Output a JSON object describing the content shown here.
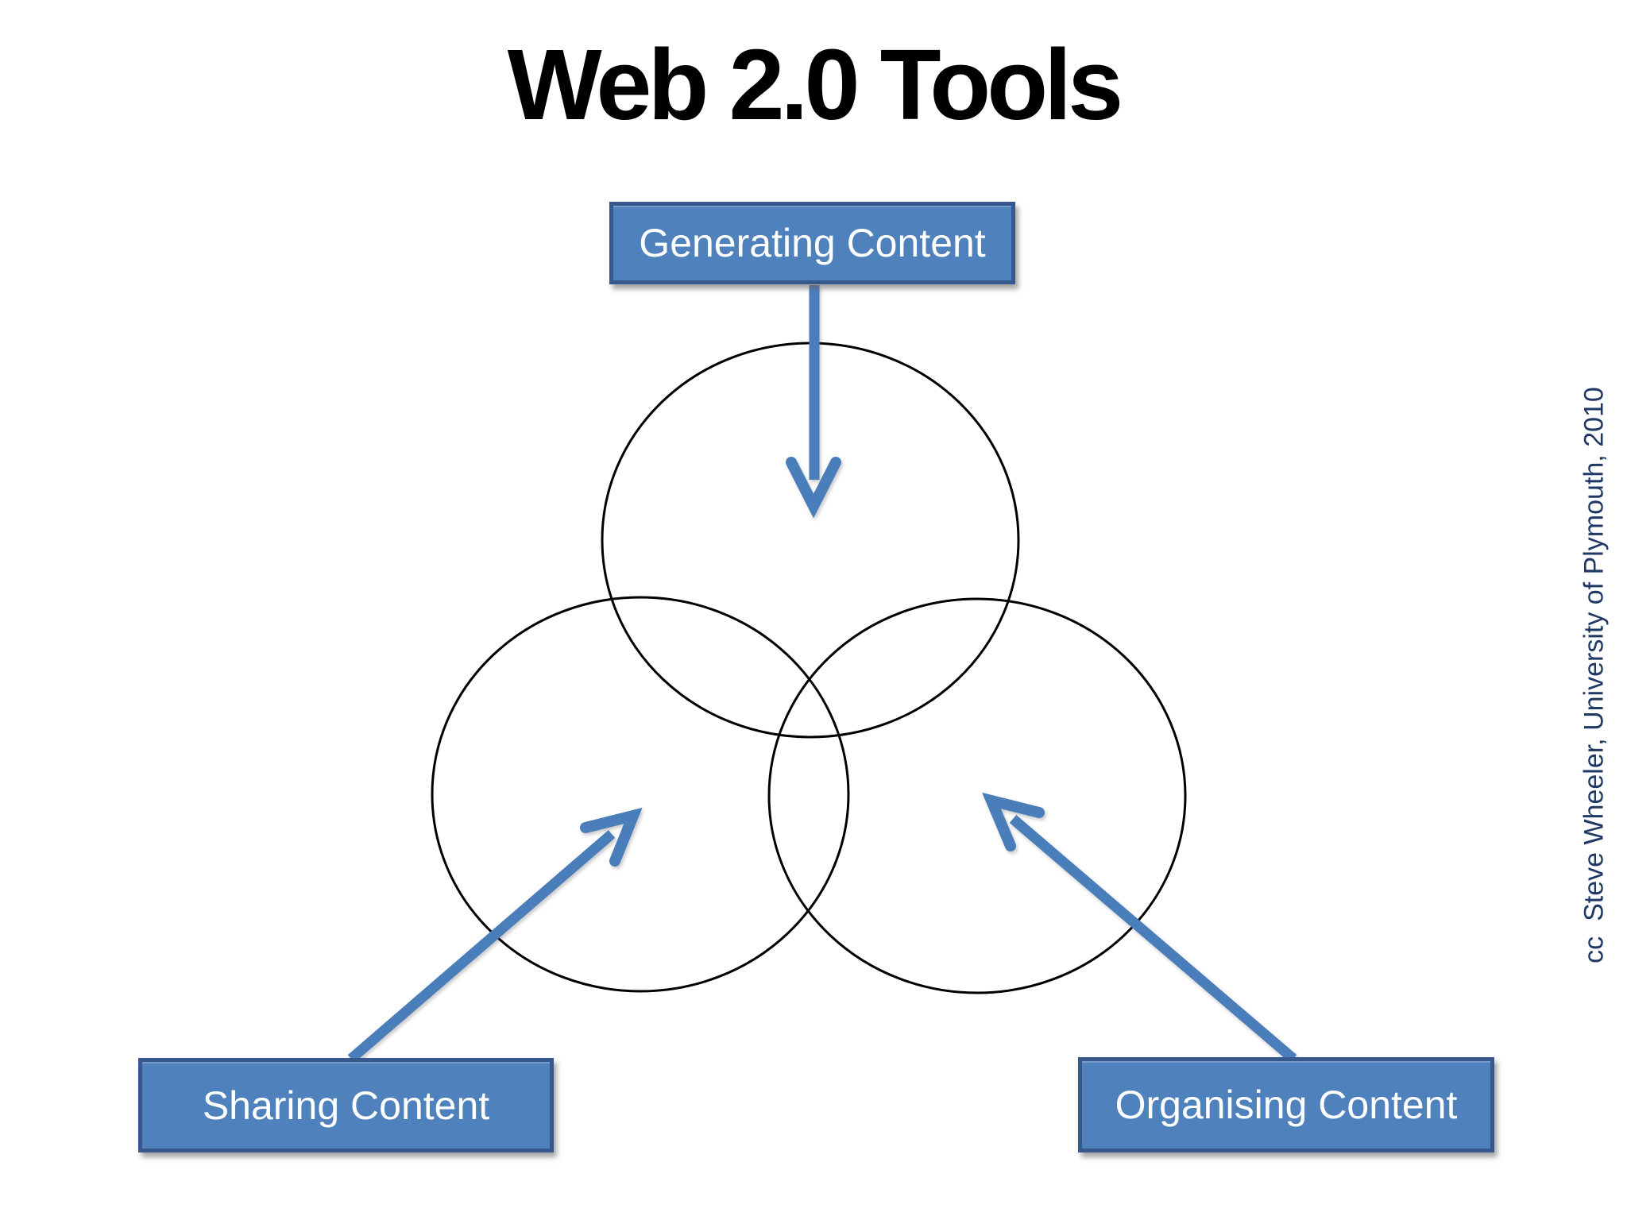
{
  "title": "Web 2.0 Tools",
  "attribution": "cc  Steve Wheeler, University of Plymouth, 2010",
  "diagram": {
    "type": "venn-3-circles",
    "nodes": [
      {
        "id": "generating-content",
        "label": "Generating Content"
      },
      {
        "id": "sharing-content",
        "label": "Sharing Content"
      },
      {
        "id": "organising-content",
        "label": "Organising Content"
      }
    ]
  },
  "colors": {
    "background": "#FFFFFF",
    "title_text": "#000000",
    "box_fill": "#4F81BD",
    "box_border": "#36588C",
    "box_text": "#FFFFFF",
    "arrow": "#4A7EBB",
    "circle_stroke": "#000000",
    "attribution_text": "#1F3864"
  }
}
